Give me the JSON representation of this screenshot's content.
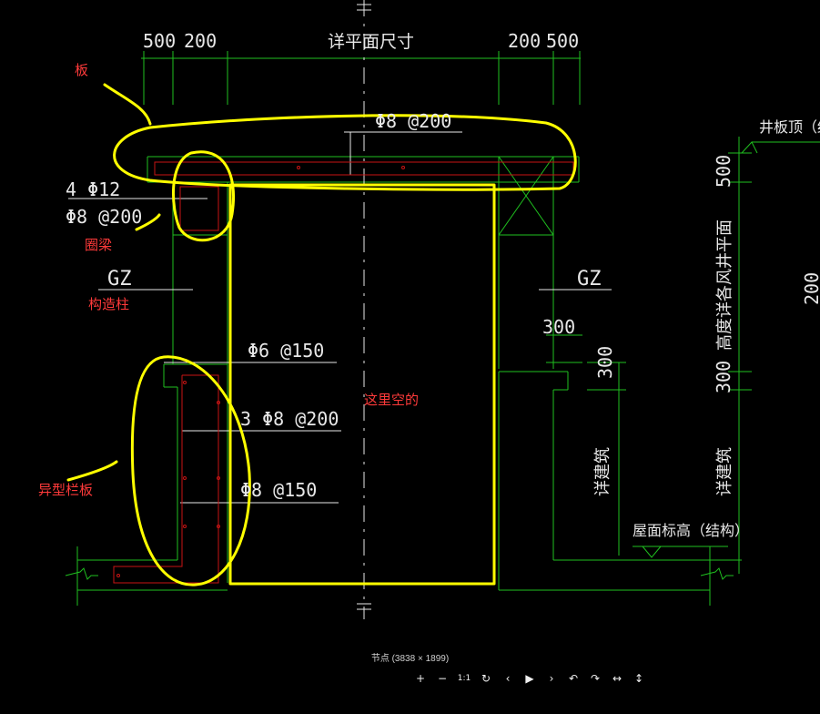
{
  "drawing": {
    "dims": {
      "top_left_1": "500",
      "top_left_2": "200",
      "top_center": "详平面尺寸",
      "top_right_1": "200",
      "top_right_2": "500",
      "right_500": "500",
      "right_300_a": "300",
      "right_300_b": "300",
      "mid_300": "300"
    },
    "rebar": {
      "slab": "Φ8 @200",
      "ring_beam_main": "4 Φ12",
      "ring_beam_stirrup": "Φ8 @200",
      "parapet_1": "Φ6 @150",
      "parapet_2": "3 Φ8 @200",
      "parapet_3": "Φ8 @150"
    },
    "labels": {
      "gz_left": "GZ",
      "gz_right": "GZ",
      "well_top": "井板顶（结构）",
      "elev_note": "高度详各风井平面",
      "right_edge": "200",
      "see_detail_a": "详建筑",
      "see_detail_b": "详建筑",
      "roof_elev": "屋面标高（结构）"
    },
    "annotations": {
      "slab": "板",
      "ring_beam": "圈梁",
      "column": "构造柱",
      "empty": "这里空的",
      "parapet": "异型栏板"
    },
    "colors": {
      "line_green": "#1fbf1f",
      "highlight_yellow": "#ffff00",
      "annotation_red": "#ff3a3a",
      "rebar_red": "#c81414"
    }
  },
  "viewer": {
    "caption": "节点 (3838 × 1899)",
    "buttons": [
      {
        "name": "zoom-in-icon",
        "glyph": "+"
      },
      {
        "name": "zoom-out-icon",
        "glyph": "−"
      },
      {
        "name": "actual-size-icon",
        "glyph": "1:1"
      },
      {
        "name": "refresh-icon",
        "glyph": "↻"
      },
      {
        "name": "prev-icon",
        "glyph": "‹"
      },
      {
        "name": "play-icon",
        "glyph": "▶"
      },
      {
        "name": "next-icon",
        "glyph": "›"
      },
      {
        "name": "rotate-left-icon",
        "glyph": "↶"
      },
      {
        "name": "rotate-right-icon",
        "glyph": "↷"
      },
      {
        "name": "flip-horizontal-icon",
        "glyph": "↔"
      },
      {
        "name": "flip-vertical-icon",
        "glyph": "↕"
      }
    ]
  }
}
